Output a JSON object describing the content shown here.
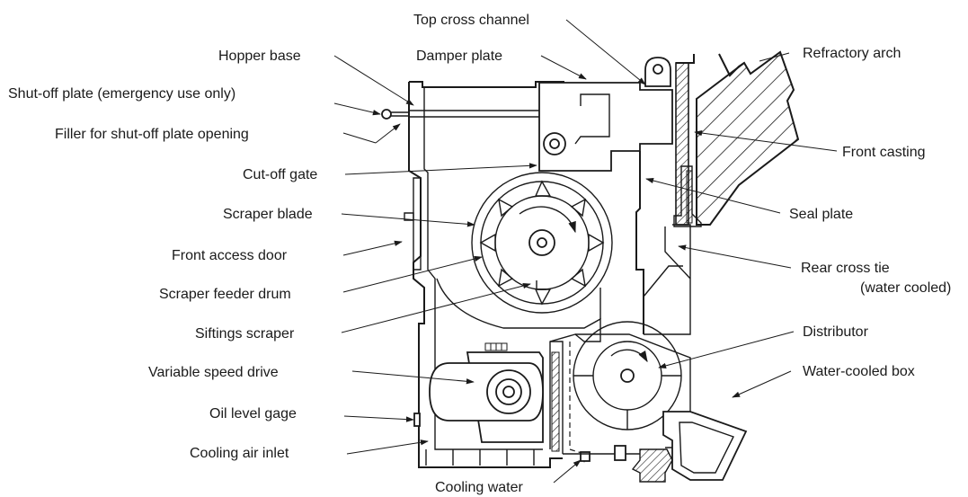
{
  "labels": {
    "top_cross_channel": "Top cross channel",
    "hopper_base": "Hopper base",
    "damper_plate": "Damper plate",
    "refractory_arch": "Refractory arch",
    "shutoff_plate": "Shut-off plate (emergency use only)",
    "filler": "Filler for shut-off plate opening",
    "front_casting": "Front casting",
    "cutoff_gate": "Cut-off gate",
    "scraper_blade": "Scraper blade",
    "seal_plate": "Seal plate",
    "front_access_door": "Front access door",
    "rear_cross_tie_1": "Rear cross tie",
    "rear_cross_tie_2": "(water cooled)",
    "scraper_feeder_drum": "Scraper feeder drum",
    "siftings_scraper": "Siftings scraper",
    "distributor": "Distributor",
    "variable_speed_drive": "Variable speed drive",
    "water_cooled_box": "Water-cooled box",
    "oil_level_gage": "Oil level gage",
    "cooling_air_inlet": "Cooling air inlet",
    "cooling_water": "Cooling water"
  }
}
